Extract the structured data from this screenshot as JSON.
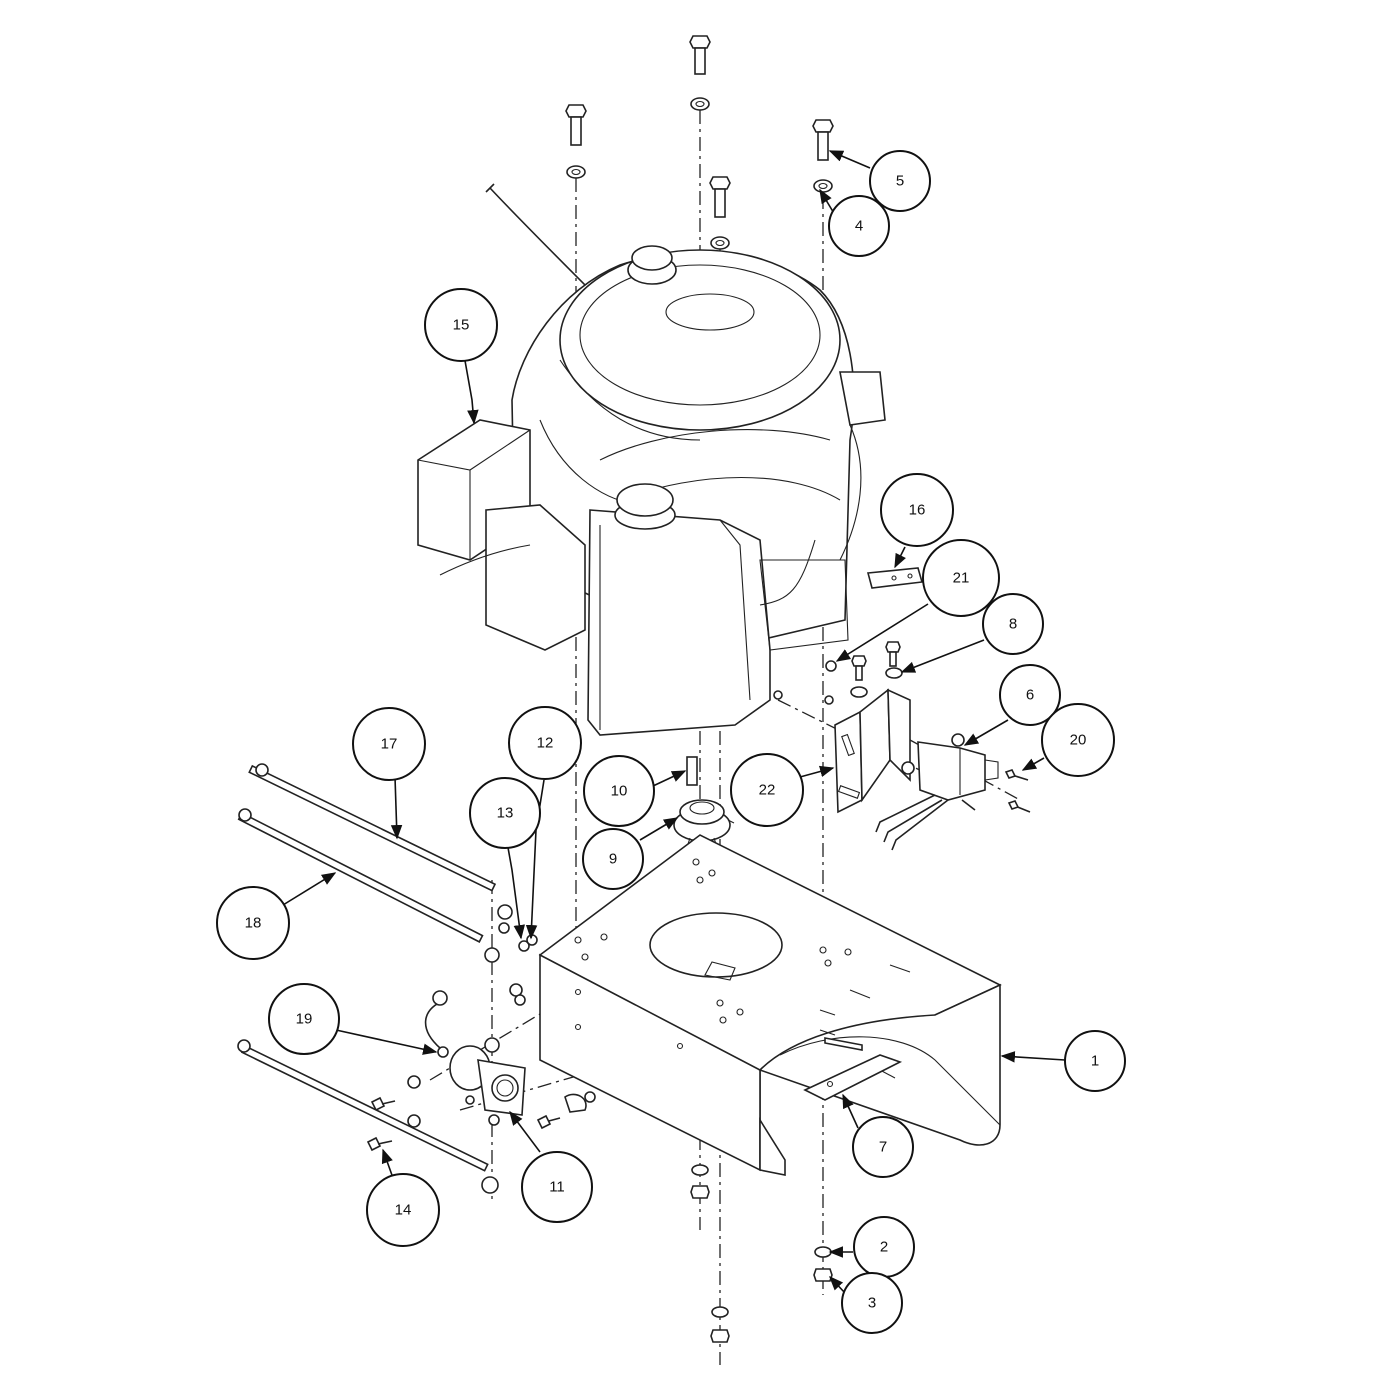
{
  "callouts": [
    {
      "label": "1",
      "part": "frame"
    },
    {
      "label": "2",
      "part": "washer"
    },
    {
      "label": "3",
      "part": "nut"
    },
    {
      "label": "4",
      "part": "washer"
    },
    {
      "label": "5",
      "part": "bolt"
    },
    {
      "label": "6",
      "part": "switch"
    },
    {
      "label": "7",
      "part": "bracket"
    },
    {
      "label": "8",
      "part": "washer"
    },
    {
      "label": "9",
      "part": "sprocket"
    },
    {
      "label": "10",
      "part": "key"
    },
    {
      "label": "11",
      "part": "solenoid"
    },
    {
      "label": "12",
      "part": "nut"
    },
    {
      "label": "13",
      "part": "washer"
    },
    {
      "label": "14",
      "part": "bolt"
    },
    {
      "label": "15",
      "part": "engine"
    },
    {
      "label": "16",
      "part": "plate"
    },
    {
      "label": "17",
      "part": "cable"
    },
    {
      "label": "18",
      "part": "cable"
    },
    {
      "label": "19",
      "part": "wire"
    },
    {
      "label": "20",
      "part": "screw"
    },
    {
      "label": "21",
      "part": "nut"
    },
    {
      "label": "22",
      "part": "bracket"
    }
  ]
}
